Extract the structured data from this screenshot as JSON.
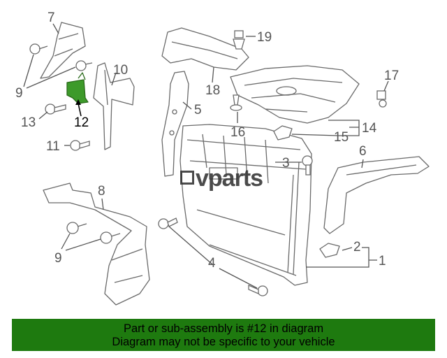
{
  "diagram": {
    "callouts": [
      {
        "id": "c7",
        "text": "7",
        "highlighted": false
      },
      {
        "id": "c9a",
        "text": "9",
        "highlighted": false
      },
      {
        "id": "c10",
        "text": "10",
        "highlighted": false
      },
      {
        "id": "c12",
        "text": "12",
        "highlighted": true
      },
      {
        "id": "c13",
        "text": "13",
        "highlighted": false
      },
      {
        "id": "c11",
        "text": "11",
        "highlighted": false
      },
      {
        "id": "c19",
        "text": "19",
        "highlighted": false
      },
      {
        "id": "c18",
        "text": "18",
        "highlighted": false
      },
      {
        "id": "c5",
        "text": "5",
        "highlighted": false
      },
      {
        "id": "c16",
        "text": "16",
        "highlighted": false
      },
      {
        "id": "c17",
        "text": "17",
        "highlighted": false
      },
      {
        "id": "c14",
        "text": "14",
        "highlighted": false
      },
      {
        "id": "c15",
        "text": "15",
        "highlighted": false
      },
      {
        "id": "c3",
        "text": "3",
        "highlighted": false
      },
      {
        "id": "c6",
        "text": "6",
        "highlighted": false
      },
      {
        "id": "c8",
        "text": "8",
        "highlighted": false
      },
      {
        "id": "c9b",
        "text": "9",
        "highlighted": false
      },
      {
        "id": "c4",
        "text": "4",
        "highlighted": false
      },
      {
        "id": "c2",
        "text": "2",
        "highlighted": false
      },
      {
        "id": "c1",
        "text": "1",
        "highlighted": false
      }
    ],
    "highlight_color": "#3d9a2a",
    "line_color": "#555555"
  },
  "watermark": {
    "text": "vparts"
  },
  "banner": {
    "line1": "Part or sub-assembly is #12 in diagram",
    "line2": "Diagram may not be specific to your vehicle",
    "background": "#1e7a0f"
  }
}
